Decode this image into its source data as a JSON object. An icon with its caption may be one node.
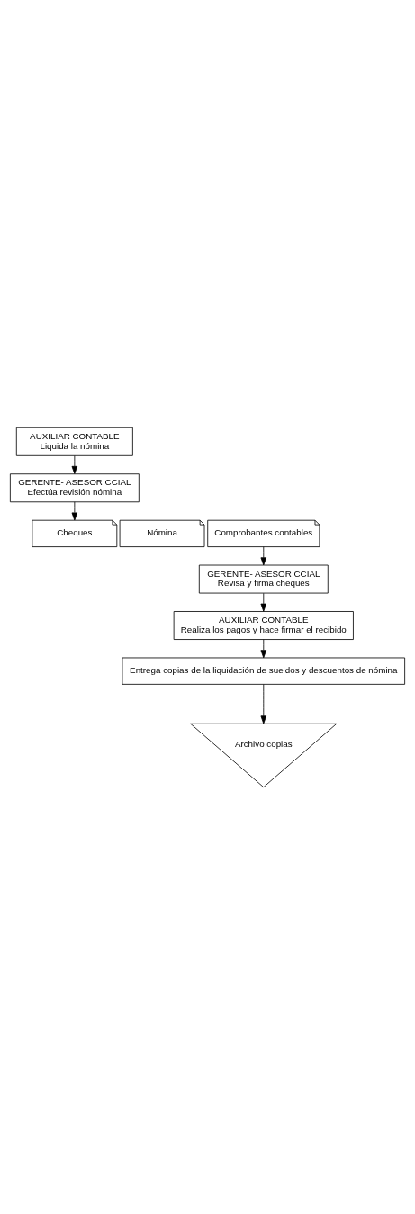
{
  "diagram": {
    "nodes": [
      {
        "text": [
          "AUXILIAR CONTABLE",
          "Liquida la nómina"
        ]
      },
      {
        "text": [
          "GERENTE- ASESOR CCIAL",
          "Efectúa revisión nómina"
        ]
      },
      {
        "text": [
          "Cheques"
        ]
      },
      {
        "text": [
          "Nómina"
        ]
      },
      {
        "text": [
          "Comprobantes contables"
        ]
      },
      {
        "text": [
          "GERENTE- ASESOR CCIAL",
          "Revisa y firma cheques"
        ]
      },
      {
        "text": [
          "AUXILIAR CONTABLE",
          "Realiza los pagos y hace firmar el recibido"
        ]
      },
      {
        "text": [
          "Entrega copias de la liquidación de sueldos y descuentos de nómina"
        ]
      },
      {
        "text": [
          "Archivo copias"
        ]
      }
    ],
    "edges": [
      {
        "from": 0,
        "to": 1,
        "arrow": "to"
      },
      {
        "from": 1,
        "to": 2,
        "arrow": "to"
      },
      {
        "from": 4,
        "to": 5,
        "arrow": "to"
      },
      {
        "from": 5,
        "to": 6,
        "arrow": "to"
      },
      {
        "from": 6,
        "to": 7,
        "arrow": "to"
      },
      {
        "from": 7,
        "to": 8,
        "arrow": "to"
      }
    ]
  }
}
